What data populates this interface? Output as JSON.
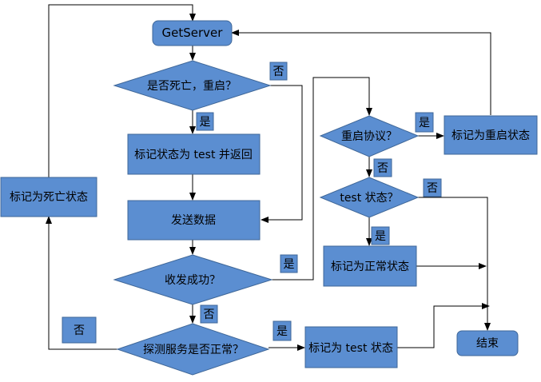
{
  "nodes": {
    "getserver": "GetServer",
    "is_dead": "是否死亡，重启？",
    "mark_test_return": "标记状态为 test 并返回",
    "send_data": "发送数据",
    "recv_success": "收发成功？",
    "probe_normal": "探测服务是否正常？",
    "mark_dead": "标记为死亡状态",
    "mark_test": "标记为 test 状态",
    "restart_protocol": "重启协议？",
    "mark_restart": "标记为重启状态",
    "test_state": "test 状态？",
    "mark_normal": "标记为正常状态",
    "end": "结束"
  },
  "labels": {
    "yes": "是",
    "no": "否"
  },
  "colors": {
    "fill": "#5b8ed1",
    "stroke": "#3f6798"
  }
}
